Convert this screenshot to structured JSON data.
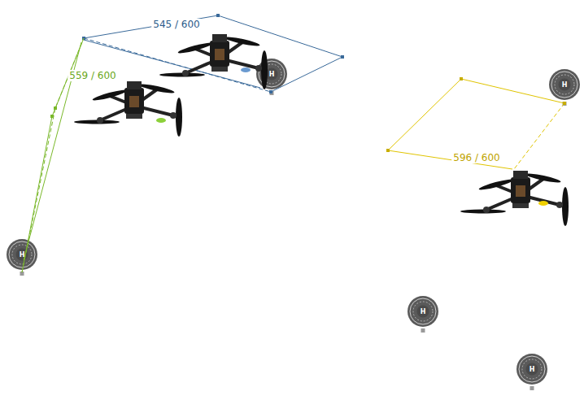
{
  "diagram": {
    "labels": [
      "545 / 600",
      "559 / 600",
      "596 / 600",
      "H",
      "H",
      "H",
      "H",
      "H"
    ]
  }
}
